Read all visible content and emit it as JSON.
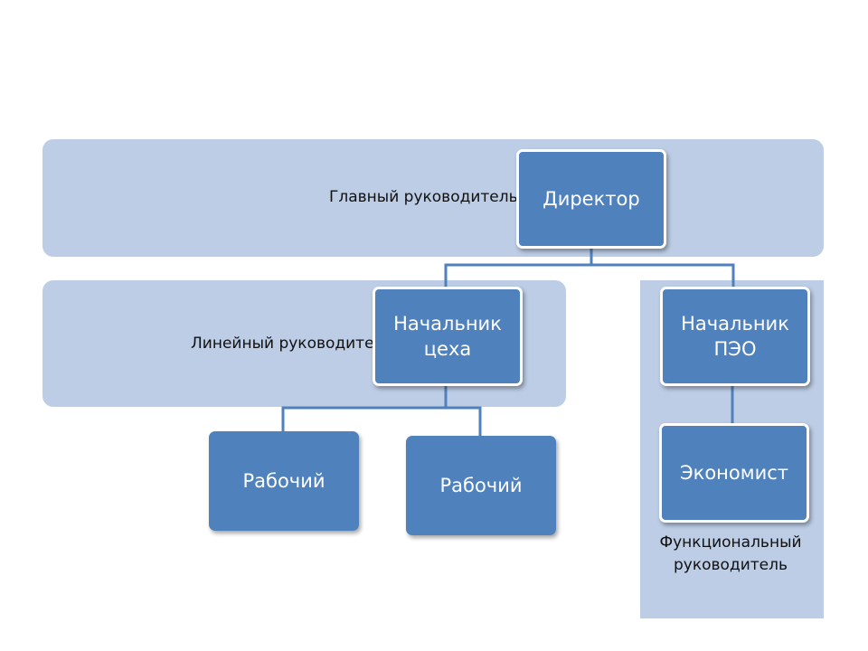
{
  "bands": {
    "main": "Главный руководитель",
    "line": "Линейный руководитель",
    "functional": "Функциональный руководитель"
  },
  "nodes": {
    "director": "Директор",
    "shop_head": "Начальник цеха",
    "peo_head": "Начальник ПЭО",
    "worker_1": "Рабочий",
    "worker_2": "Рабочий",
    "economist": "Экономист"
  },
  "colors": {
    "band": "#bccde5",
    "node": "#4f81bd",
    "connector": "#4f81bd"
  }
}
